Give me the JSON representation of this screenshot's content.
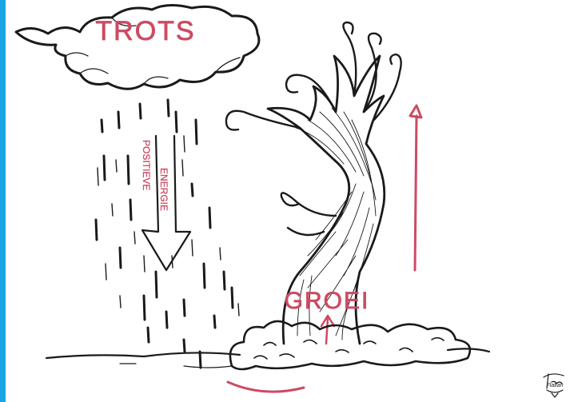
{
  "cloud_label": "TROTS",
  "rain_label_left": "POSITIEVE",
  "rain_label_right": "ENERGIE",
  "tree_label": "GROEI",
  "signature": "Flatlan",
  "colors": {
    "side_bar": "#1aa6e6",
    "accent": "#cc4b63",
    "ink": "#1a1a1a",
    "background": "#ffffff"
  },
  "icons": [
    "cloud-icon",
    "rain-icon",
    "down-arrow-icon",
    "tree-icon",
    "up-arrow-icon",
    "bush-icon",
    "signature-logo-icon"
  ]
}
